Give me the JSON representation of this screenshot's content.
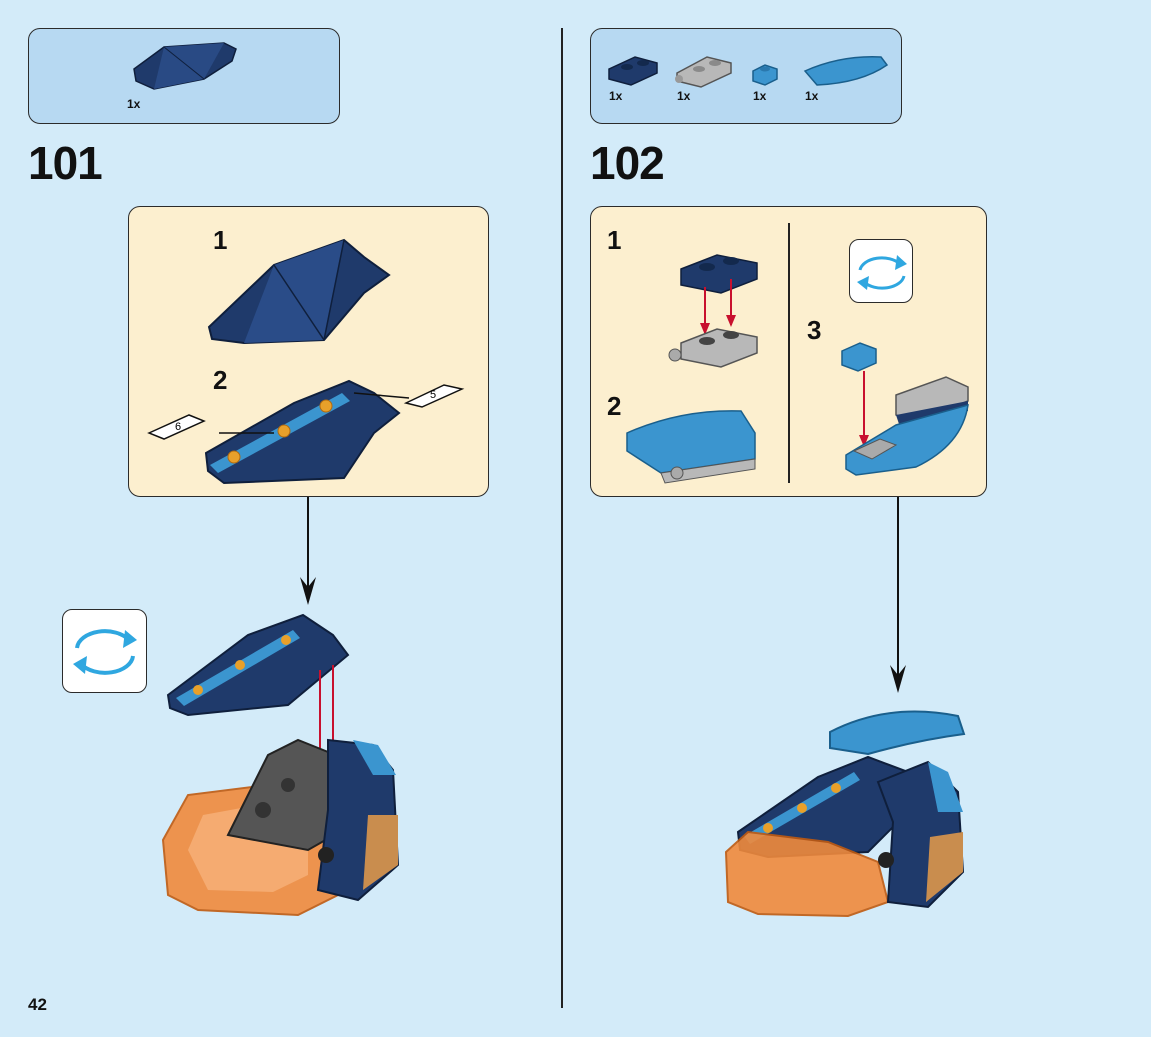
{
  "page": {
    "number": "42"
  },
  "colors": {
    "background": "#d3ebf9",
    "parts_box": "#b7d9f2",
    "substep_box": "#fcefcf",
    "dark_blue": "#1f3a6b",
    "medium_azure": "#3b95cf",
    "light_gray": "#b8b8b8",
    "trans_orange": "#f08a3c",
    "arrow_red": "#c8102e",
    "sticker_gold": "#e8a02a"
  },
  "step101": {
    "number": "101",
    "parts": [
      {
        "qty": "1x",
        "part": "dark-blue-wedge-icon"
      }
    ],
    "substeps": [
      {
        "label": "1"
      },
      {
        "label": "2"
      }
    ],
    "stickers": [
      {
        "label": "5"
      },
      {
        "label": "6"
      }
    ]
  },
  "step102": {
    "number": "102",
    "parts": [
      {
        "qty": "1x",
        "part": "dark-blue-plate-1x2-icon"
      },
      {
        "qty": "1x",
        "part": "gray-plate-clip-icon"
      },
      {
        "qty": "1x",
        "part": "azure-tile-1x1-icon"
      },
      {
        "qty": "1x",
        "part": "azure-curved-slope-icon"
      }
    ],
    "substeps": [
      {
        "label": "1"
      },
      {
        "label": "2"
      },
      {
        "label": "3"
      }
    ]
  }
}
